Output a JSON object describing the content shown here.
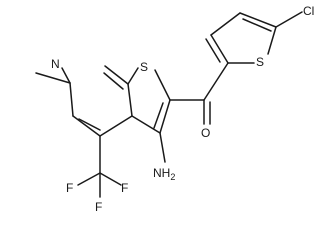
{
  "structure": {
    "atoms": {
      "N": "N",
      "S_fused": "S",
      "S_thiophene": "S",
      "Cl": "Cl",
      "O": "O",
      "NH2_main": "NH",
      "NH2_sub": "2",
      "F1": "F",
      "F2": "F",
      "F3": "F"
    },
    "colors": {
      "ink": "#1a1a1a",
      "background": "#ffffff"
    }
  }
}
